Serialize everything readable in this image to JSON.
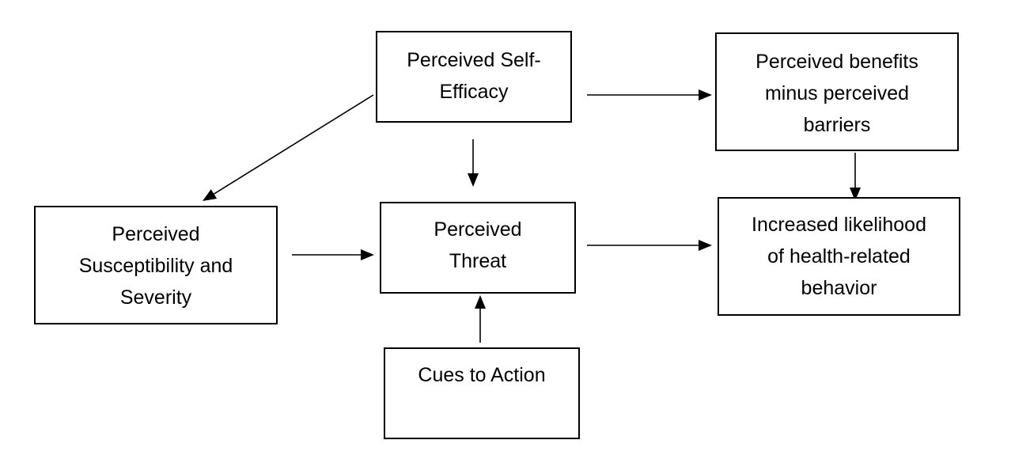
{
  "diagram": {
    "nodes": [
      {
        "id": "self_efficacy",
        "lines": [
          "Perceived Self-",
          "Efficacy"
        ]
      },
      {
        "id": "benefits_barriers",
        "lines": [
          "Perceived benefits",
          "minus perceived",
          "barriers"
        ]
      },
      {
        "id": "susceptibility_severity",
        "lines": [
          "Perceived",
          "Susceptibility and",
          "Severity"
        ]
      },
      {
        "id": "threat",
        "lines": [
          "Perceived",
          "Threat"
        ]
      },
      {
        "id": "likelihood",
        "lines": [
          "Increased likelihood",
          "of health-related",
          "behavior"
        ]
      },
      {
        "id": "cues",
        "lines": [
          "Cues to Action"
        ]
      }
    ],
    "edges": [
      {
        "from": "self_efficacy",
        "to": "benefits_barriers"
      },
      {
        "from": "self_efficacy",
        "to": "susceptibility_severity"
      },
      {
        "from": "self_efficacy",
        "to": "threat"
      },
      {
        "from": "benefits_barriers",
        "to": "likelihood"
      },
      {
        "from": "susceptibility_severity",
        "to": "threat"
      },
      {
        "from": "threat",
        "to": "likelihood"
      },
      {
        "from": "cues",
        "to": "threat"
      }
    ],
    "colors": {
      "stroke": "#000000",
      "text": "#000000",
      "background": "#ffffff"
    }
  }
}
